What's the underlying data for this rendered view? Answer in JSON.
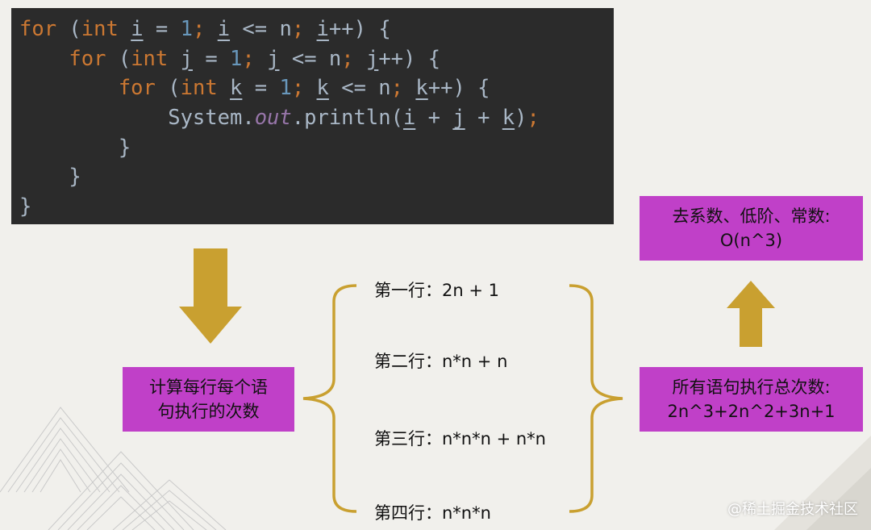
{
  "code": {
    "lines": [
      [
        {
          "t": "for",
          "c": "kw"
        },
        {
          "t": " (",
          "c": ""
        },
        {
          "t": "int",
          "c": "kw"
        },
        {
          "t": " ",
          "c": ""
        },
        {
          "t": "i",
          "c": "var"
        },
        {
          "t": " = ",
          "c": ""
        },
        {
          "t": "1",
          "c": "num"
        },
        {
          "t": "; ",
          "c": "kw"
        },
        {
          "t": "i",
          "c": "var"
        },
        {
          "t": " <= n",
          "c": ""
        },
        {
          "t": "; ",
          "c": "kw"
        },
        {
          "t": "i",
          "c": "var"
        },
        {
          "t": "++) {",
          "c": ""
        }
      ],
      [
        {
          "t": "    ",
          "c": ""
        },
        {
          "t": "for",
          "c": "kw"
        },
        {
          "t": " (",
          "c": ""
        },
        {
          "t": "int",
          "c": "kw"
        },
        {
          "t": " ",
          "c": ""
        },
        {
          "t": "j",
          "c": "var"
        },
        {
          "t": " = ",
          "c": ""
        },
        {
          "t": "1",
          "c": "num"
        },
        {
          "t": "; ",
          "c": "kw"
        },
        {
          "t": "j",
          "c": "var"
        },
        {
          "t": " <= n",
          "c": ""
        },
        {
          "t": "; ",
          "c": "kw"
        },
        {
          "t": "j",
          "c": "var"
        },
        {
          "t": "++) {",
          "c": ""
        }
      ],
      [
        {
          "t": "        ",
          "c": ""
        },
        {
          "t": "for",
          "c": "kw"
        },
        {
          "t": " (",
          "c": ""
        },
        {
          "t": "int",
          "c": "kw"
        },
        {
          "t": " ",
          "c": ""
        },
        {
          "t": "k",
          "c": "var"
        },
        {
          "t": " = ",
          "c": ""
        },
        {
          "t": "1",
          "c": "num"
        },
        {
          "t": "; ",
          "c": "kw"
        },
        {
          "t": "k",
          "c": "var"
        },
        {
          "t": " <= n",
          "c": ""
        },
        {
          "t": "; ",
          "c": "kw"
        },
        {
          "t": "k",
          "c": "var"
        },
        {
          "t": "++) {",
          "c": ""
        }
      ],
      [
        {
          "t": "            System.",
          "c": ""
        },
        {
          "t": "out",
          "c": "fld"
        },
        {
          "t": ".println(",
          "c": ""
        },
        {
          "t": "i",
          "c": "var"
        },
        {
          "t": " + ",
          "c": ""
        },
        {
          "t": "j",
          "c": "var"
        },
        {
          "t": " + ",
          "c": ""
        },
        {
          "t": "k",
          "c": "var"
        },
        {
          "t": ")",
          "c": ""
        },
        {
          "t": ";",
          "c": "kw"
        }
      ],
      [
        {
          "t": "        }",
          "c": ""
        }
      ],
      [
        {
          "t": "    }",
          "c": ""
        }
      ],
      [
        {
          "t": "}",
          "c": ""
        }
      ]
    ]
  },
  "left_box": {
    "line1": "计算每行每个语",
    "line2": "句执行的次数"
  },
  "steps": [
    {
      "label": "第一行：",
      "formula": "2n + 1"
    },
    {
      "label": "第二行：",
      "formula": "n*n + n"
    },
    {
      "label": "第三行：",
      "formula": "n*n*n + n*n"
    },
    {
      "label": "第四行：",
      "formula": "n*n*n"
    }
  ],
  "total_box": {
    "line1": "所有语句执行总次数:",
    "line2": "2n^3+2n^2+3n+1"
  },
  "result_box": {
    "line1": "去系数、低阶、常数:",
    "line2": "O(n^3)"
  },
  "watermark": "@稀土掘金技术社区",
  "colors": {
    "box": "#c040c8",
    "arrow": "#c9a030",
    "brace": "#c9a030",
    "code_bg": "#2b2b2b"
  }
}
